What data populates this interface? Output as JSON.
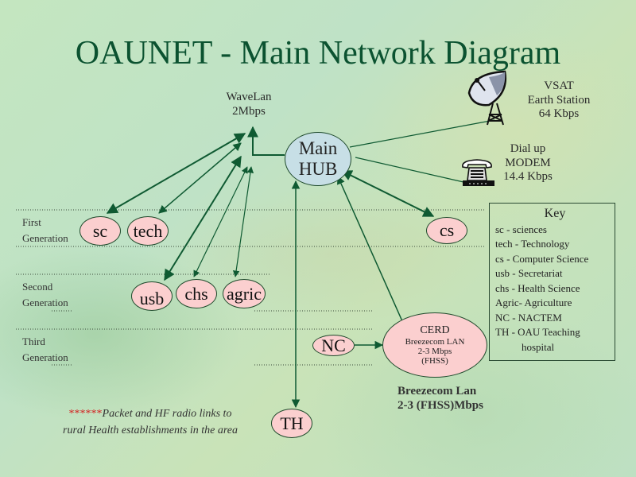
{
  "title": "OAUNET - Main Network Diagram",
  "wavelan": {
    "line1": "WaveLan",
    "line2": "2Mbps"
  },
  "main_hub": {
    "line1": "Main",
    "line2": "HUB"
  },
  "vsat": {
    "line1": "VSAT",
    "line2": "Earth Station",
    "line3": "64 Kbps",
    "icon": "satellite-dish-icon"
  },
  "dialup": {
    "line1": "Dial up",
    "line2": "MODEM",
    "line3": "14.4 Kbps",
    "icon": "telephone-modem-icon"
  },
  "generations": [
    {
      "line1": "First",
      "line2": "Generation"
    },
    {
      "line1": "Second",
      "line2": "Generation"
    },
    {
      "line1": "Third",
      "line2": "Generation"
    }
  ],
  "nodes": {
    "sc": "sc",
    "tech": "tech",
    "cs": "cs",
    "usb": "usb",
    "chs": "chs",
    "agric": "agric",
    "nc": "NC",
    "th": "TH"
  },
  "cerd": {
    "line1": "CERD",
    "line2": "Breezecom LAN",
    "line3": "2-3 Mbps",
    "line4": "(FHSS)"
  },
  "breezecom_label": {
    "line1": "Breezecom Lan",
    "line2": "2-3 (FHSS)Mbps"
  },
  "key": {
    "heading": "Key",
    "items": [
      "sc - sciences",
      "tech - Technology",
      "cs - Computer Science",
      "usb - Secretariat",
      "chs - Health Science",
      "Agric- Agriculture",
      "NC - NACTEM",
      "TH - OAU Teaching",
      "hospital"
    ]
  },
  "note": {
    "stars": "******",
    "text1": "Packet and HF radio links to",
    "text2": "rural Health establishments in the area"
  },
  "colors": {
    "title": "#0b5230",
    "link_line": "#0f5a32",
    "node_fill": "#fbcfcf",
    "hub_fill": "#c7dfe6",
    "stars": "#d42020"
  }
}
